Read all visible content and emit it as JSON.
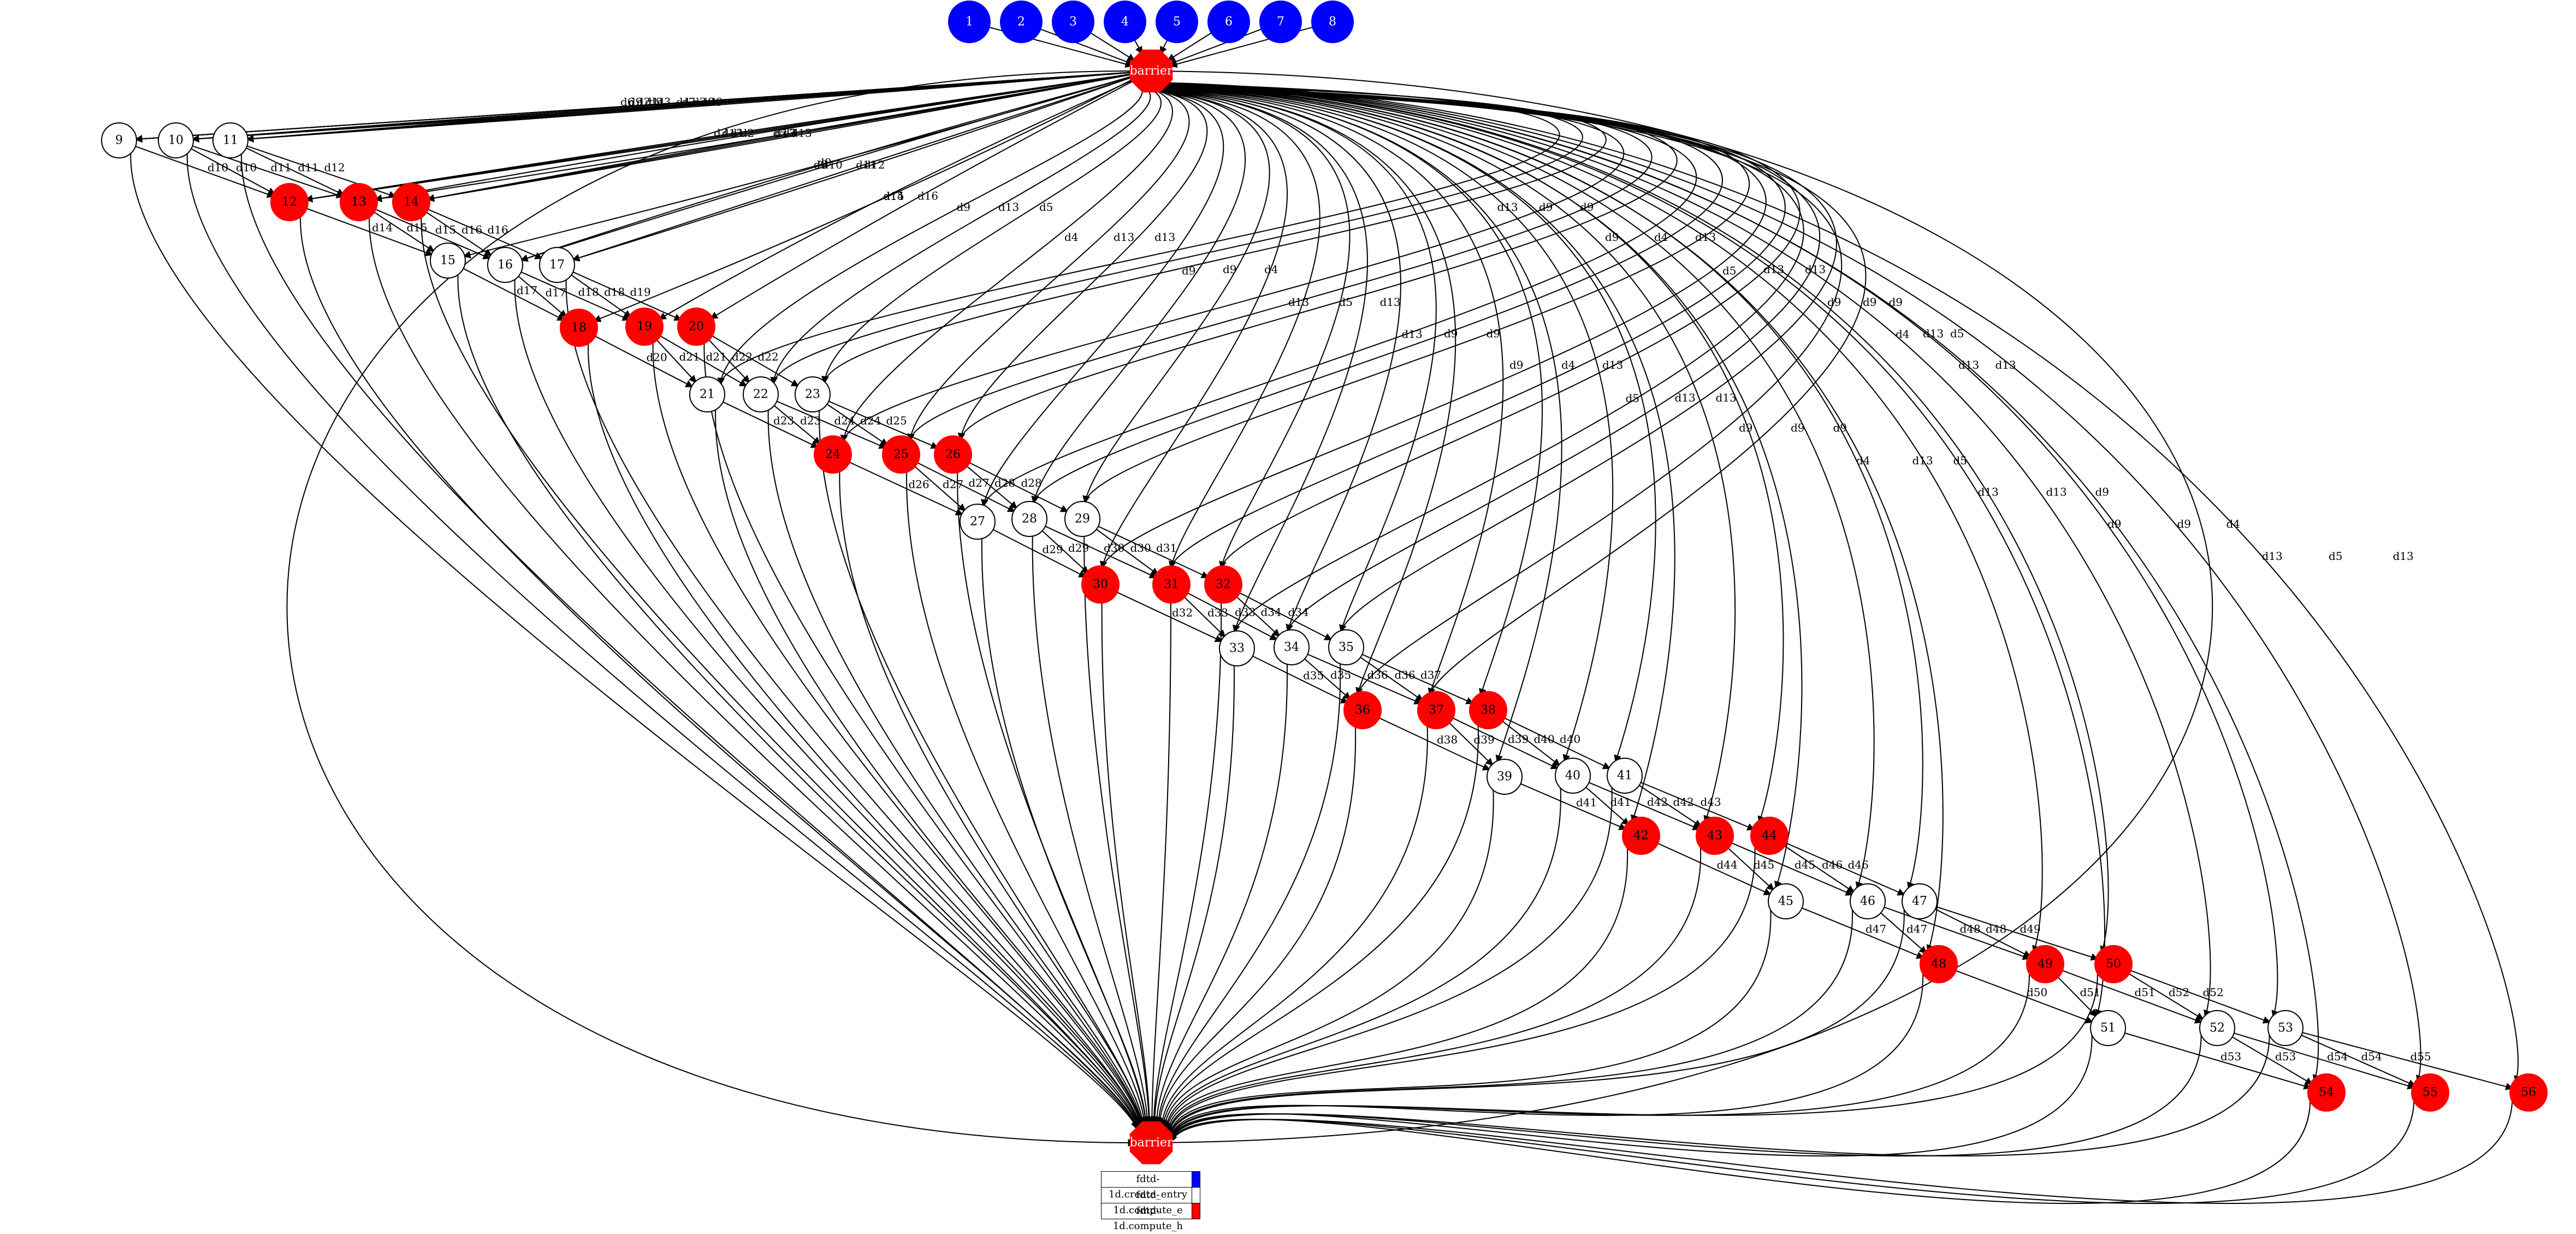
{
  "colors": {
    "create_entry": "#0000ff",
    "compute_h": "#ff0000",
    "compute_e": "#ffffff",
    "edge": "#000000"
  },
  "top_barrier_label": "barrier",
  "bottom_barrier_label": "barrier",
  "legend": [
    {
      "label": "fdtd-1d.create_entry",
      "color": "#0000ff"
    },
    {
      "label": "fdtd-1d.compute_e",
      "color": "#ffffff"
    },
    {
      "label": "fdtd-1d.compute_h",
      "color": "#ff0000"
    }
  ],
  "nodes": [
    {
      "id": "1",
      "type": "create"
    },
    {
      "id": "2",
      "type": "create"
    },
    {
      "id": "3",
      "type": "create"
    },
    {
      "id": "4",
      "type": "create"
    },
    {
      "id": "5",
      "type": "create"
    },
    {
      "id": "6",
      "type": "create"
    },
    {
      "id": "7",
      "type": "create"
    },
    {
      "id": "8",
      "type": "create"
    },
    {
      "id": "9",
      "type": "e"
    },
    {
      "id": "10",
      "type": "e"
    },
    {
      "id": "11",
      "type": "e"
    },
    {
      "id": "12",
      "type": "h"
    },
    {
      "id": "13",
      "type": "h"
    },
    {
      "id": "14",
      "type": "h"
    },
    {
      "id": "15",
      "type": "e"
    },
    {
      "id": "16",
      "type": "e"
    },
    {
      "id": "17",
      "type": "e"
    },
    {
      "id": "18",
      "type": "h"
    },
    {
      "id": "19",
      "type": "h"
    },
    {
      "id": "20",
      "type": "h"
    },
    {
      "id": "21",
      "type": "e"
    },
    {
      "id": "22",
      "type": "e"
    },
    {
      "id": "23",
      "type": "e"
    },
    {
      "id": "24",
      "type": "h"
    },
    {
      "id": "25",
      "type": "h"
    },
    {
      "id": "26",
      "type": "h"
    },
    {
      "id": "27",
      "type": "e"
    },
    {
      "id": "28",
      "type": "e"
    },
    {
      "id": "29",
      "type": "e"
    },
    {
      "id": "30",
      "type": "h"
    },
    {
      "id": "31",
      "type": "h"
    },
    {
      "id": "32",
      "type": "h"
    },
    {
      "id": "33",
      "type": "e"
    },
    {
      "id": "34",
      "type": "e"
    },
    {
      "id": "35",
      "type": "e"
    },
    {
      "id": "36",
      "type": "h"
    },
    {
      "id": "37",
      "type": "h"
    },
    {
      "id": "38",
      "type": "h"
    },
    {
      "id": "39",
      "type": "e"
    },
    {
      "id": "40",
      "type": "e"
    },
    {
      "id": "41",
      "type": "e"
    },
    {
      "id": "42",
      "type": "h"
    },
    {
      "id": "43",
      "type": "h"
    },
    {
      "id": "44",
      "type": "h"
    },
    {
      "id": "45",
      "type": "e"
    },
    {
      "id": "46",
      "type": "e"
    },
    {
      "id": "47",
      "type": "e"
    },
    {
      "id": "48",
      "type": "h"
    },
    {
      "id": "49",
      "type": "h"
    },
    {
      "id": "50",
      "type": "h"
    },
    {
      "id": "51",
      "type": "e"
    },
    {
      "id": "52",
      "type": "e"
    },
    {
      "id": "53",
      "type": "e"
    },
    {
      "id": "54",
      "type": "h"
    },
    {
      "id": "55",
      "type": "h"
    },
    {
      "id": "56",
      "type": "h"
    }
  ],
  "edges_labeled": [
    {
      "from": "barrier",
      "to": "9",
      "label": "d6"
    },
    {
      "from": "barrier",
      "to": "9",
      "label": "d9"
    },
    {
      "from": "barrier",
      "to": "9",
      "label": "d2"
    },
    {
      "from": "barrier",
      "to": "9",
      "label": "d1"
    },
    {
      "from": "barrier",
      "to": "10",
      "label": "d7"
    },
    {
      "from": "barrier",
      "to": "10",
      "label": "d9"
    },
    {
      "from": "barrier",
      "to": "10",
      "label": "d3"
    },
    {
      "from": "barrier",
      "to": "11",
      "label": "d2"
    },
    {
      "from": "barrier",
      "to": "11",
      "label": "d8"
    },
    {
      "from": "barrier",
      "to": "11",
      "label": "d9"
    },
    {
      "from": "barrier",
      "to": "11",
      "label": "d4"
    },
    {
      "from": "barrier",
      "to": "12",
      "label": "d3"
    },
    {
      "from": "barrier",
      "to": "12",
      "label": "d13"
    },
    {
      "from": "barrier",
      "to": "12",
      "label": "d1"
    },
    {
      "from": "barrier",
      "to": "13",
      "label": "d5"
    },
    {
      "from": "barrier",
      "to": "13",
      "label": "d2"
    },
    {
      "from": "barrier",
      "to": "14",
      "label": "d13"
    },
    {
      "from": "barrier",
      "to": "14",
      "label": "d3"
    },
    {
      "from": "barrier",
      "to": "14",
      "label": "d13"
    },
    {
      "from": "9",
      "to": "12",
      "label": "d10"
    },
    {
      "from": "10",
      "to": "12",
      "label": "d10"
    },
    {
      "from": "10",
      "to": "13",
      "label": "d11"
    },
    {
      "from": "11",
      "to": "13",
      "label": "d11"
    },
    {
      "from": "11",
      "to": "14",
      "label": "d12"
    },
    {
      "from": "barrier",
      "to": "15",
      "label": "d9"
    },
    {
      "from": "barrier",
      "to": "16",
      "label": "d9"
    },
    {
      "from": "barrier",
      "to": "16",
      "label": "d10"
    },
    {
      "from": "barrier",
      "to": "17",
      "label": "d11"
    },
    {
      "from": "barrier",
      "to": "17",
      "label": "d12"
    },
    {
      "from": "12",
      "to": "15",
      "label": "d14"
    },
    {
      "from": "13",
      "to": "15",
      "label": "d15"
    },
    {
      "from": "13",
      "to": "16",
      "label": "d15"
    },
    {
      "from": "14",
      "to": "16",
      "label": "d16"
    },
    {
      "from": "14",
      "to": "17",
      "label": "d16"
    },
    {
      "from": "barrier",
      "to": "18",
      "label": "d14"
    },
    {
      "from": "15",
      "to": "18",
      "label": "d17"
    },
    {
      "from": "16",
      "to": "18",
      "label": "d17"
    },
    {
      "from": "16",
      "to": "19",
      "label": "d18"
    },
    {
      "from": "17",
      "to": "19",
      "label": "d18"
    },
    {
      "from": "17",
      "to": "20",
      "label": "d19"
    },
    {
      "from": "barrier",
      "to": "19",
      "label": "d15"
    },
    {
      "from": "barrier",
      "to": "20",
      "label": "d16"
    },
    {
      "from": "18",
      "to": "21",
      "label": "d20"
    },
    {
      "from": "19",
      "to": "21",
      "label": "d21"
    },
    {
      "from": "19",
      "to": "22",
      "label": "d21"
    },
    {
      "from": "20",
      "to": "22",
      "label": "d22"
    },
    {
      "from": "20",
      "to": "23",
      "label": "d22"
    },
    {
      "from": "21",
      "to": "24",
      "label": "d23"
    },
    {
      "from": "22",
      "to": "24",
      "label": "d23"
    },
    {
      "from": "22",
      "to": "25",
      "label": "d24"
    },
    {
      "from": "23",
      "to": "25",
      "label": "d24"
    },
    {
      "from": "23",
      "to": "26",
      "label": "d25"
    },
    {
      "from": "24",
      "to": "27",
      "label": "d26"
    },
    {
      "from": "25",
      "to": "27",
      "label": "d27"
    },
    {
      "from": "25",
      "to": "28",
      "label": "d27"
    },
    {
      "from": "26",
      "to": "28",
      "label": "d28"
    },
    {
      "from": "26",
      "to": "29",
      "label": "d28"
    },
    {
      "from": "27",
      "to": "30",
      "label": "d29"
    },
    {
      "from": "28",
      "to": "30",
      "label": "d29"
    },
    {
      "from": "28",
      "to": "31",
      "label": "d30"
    },
    {
      "from": "29",
      "to": "31",
      "label": "d30"
    },
    {
      "from": "29",
      "to": "32",
      "label": "d31"
    },
    {
      "from": "30",
      "to": "33",
      "label": "d32"
    },
    {
      "from": "31",
      "to": "33",
      "label": "d33"
    },
    {
      "from": "31",
      "to": "34",
      "label": "d33"
    },
    {
      "from": "32",
      "to": "34",
      "label": "d34"
    },
    {
      "from": "32",
      "to": "35",
      "label": "d34"
    },
    {
      "from": "33",
      "to": "36",
      "label": "d35"
    },
    {
      "from": "34",
      "to": "36",
      "label": "d35"
    },
    {
      "from": "34",
      "to": "37",
      "label": "d36"
    },
    {
      "from": "35",
      "to": "37",
      "label": "d36"
    },
    {
      "from": "35",
      "to": "38",
      "label": "d37"
    },
    {
      "from": "36",
      "to": "39",
      "label": "d38"
    },
    {
      "from": "37",
      "to": "39",
      "label": "d39"
    },
    {
      "from": "37",
      "to": "40",
      "label": "d39"
    },
    {
      "from": "38",
      "to": "40",
      "label": "d40"
    },
    {
      "from": "38",
      "to": "41",
      "label": "d40"
    },
    {
      "from": "39",
      "to": "42",
      "label": "d41"
    },
    {
      "from": "40",
      "to": "42",
      "label": "d41"
    },
    {
      "from": "40",
      "to": "43",
      "label": "d42"
    },
    {
      "from": "41",
      "to": "43",
      "label": "d42"
    },
    {
      "from": "41",
      "to": "44",
      "label": "d43"
    },
    {
      "from": "42",
      "to": "45",
      "label": "d44"
    },
    {
      "from": "43",
      "to": "45",
      "label": "d45"
    },
    {
      "from": "43",
      "to": "46",
      "label": "d45"
    },
    {
      "from": "44",
      "to": "46",
      "label": "d46"
    },
    {
      "from": "44",
      "to": "47",
      "label": "d46"
    },
    {
      "from": "45",
      "to": "48",
      "label": "d47"
    },
    {
      "from": "46",
      "to": "48",
      "label": "d47"
    },
    {
      "from": "46",
      "to": "49",
      "label": "d48"
    },
    {
      "from": "47",
      "to": "49",
      "label": "d48"
    },
    {
      "from": "47",
      "to": "50",
      "label": "d49"
    },
    {
      "from": "48",
      "to": "51",
      "label": "d50"
    },
    {
      "from": "49",
      "to": "51",
      "label": "d51"
    },
    {
      "from": "49",
      "to": "52",
      "label": "d51"
    },
    {
      "from": "50",
      "to": "52",
      "label": "d52"
    },
    {
      "from": "50",
      "to": "53",
      "label": "d52"
    },
    {
      "from": "51",
      "to": "54",
      "label": "d53"
    },
    {
      "from": "52",
      "to": "54",
      "label": "d53"
    },
    {
      "from": "52",
      "to": "55",
      "label": "d54"
    },
    {
      "from": "53",
      "to": "55",
      "label": "d54"
    },
    {
      "from": "53",
      "to": "56",
      "label": "d55"
    }
  ],
  "barrier_extra_labels": [
    "d9",
    "d13",
    "d5",
    "d4",
    "d13",
    "d13",
    "d9",
    "d9",
    "d4",
    "d13",
    "d5",
    "d13",
    "d13",
    "d9",
    "d9",
    "d9",
    "d4",
    "d13",
    "d5",
    "d13",
    "d13",
    "d9",
    "d9",
    "d9",
    "d4",
    "d13",
    "d5",
    "d13",
    "d13",
    "d9",
    "d9",
    "d9",
    "d4",
    "d13",
    "d5",
    "d13",
    "d13",
    "d9",
    "d9",
    "d9",
    "d4",
    "d13",
    "d5",
    "d13",
    "d13",
    "d9",
    "d9",
    "d9",
    "d4",
    "d13",
    "d5",
    "d13",
    "d13"
  ]
}
